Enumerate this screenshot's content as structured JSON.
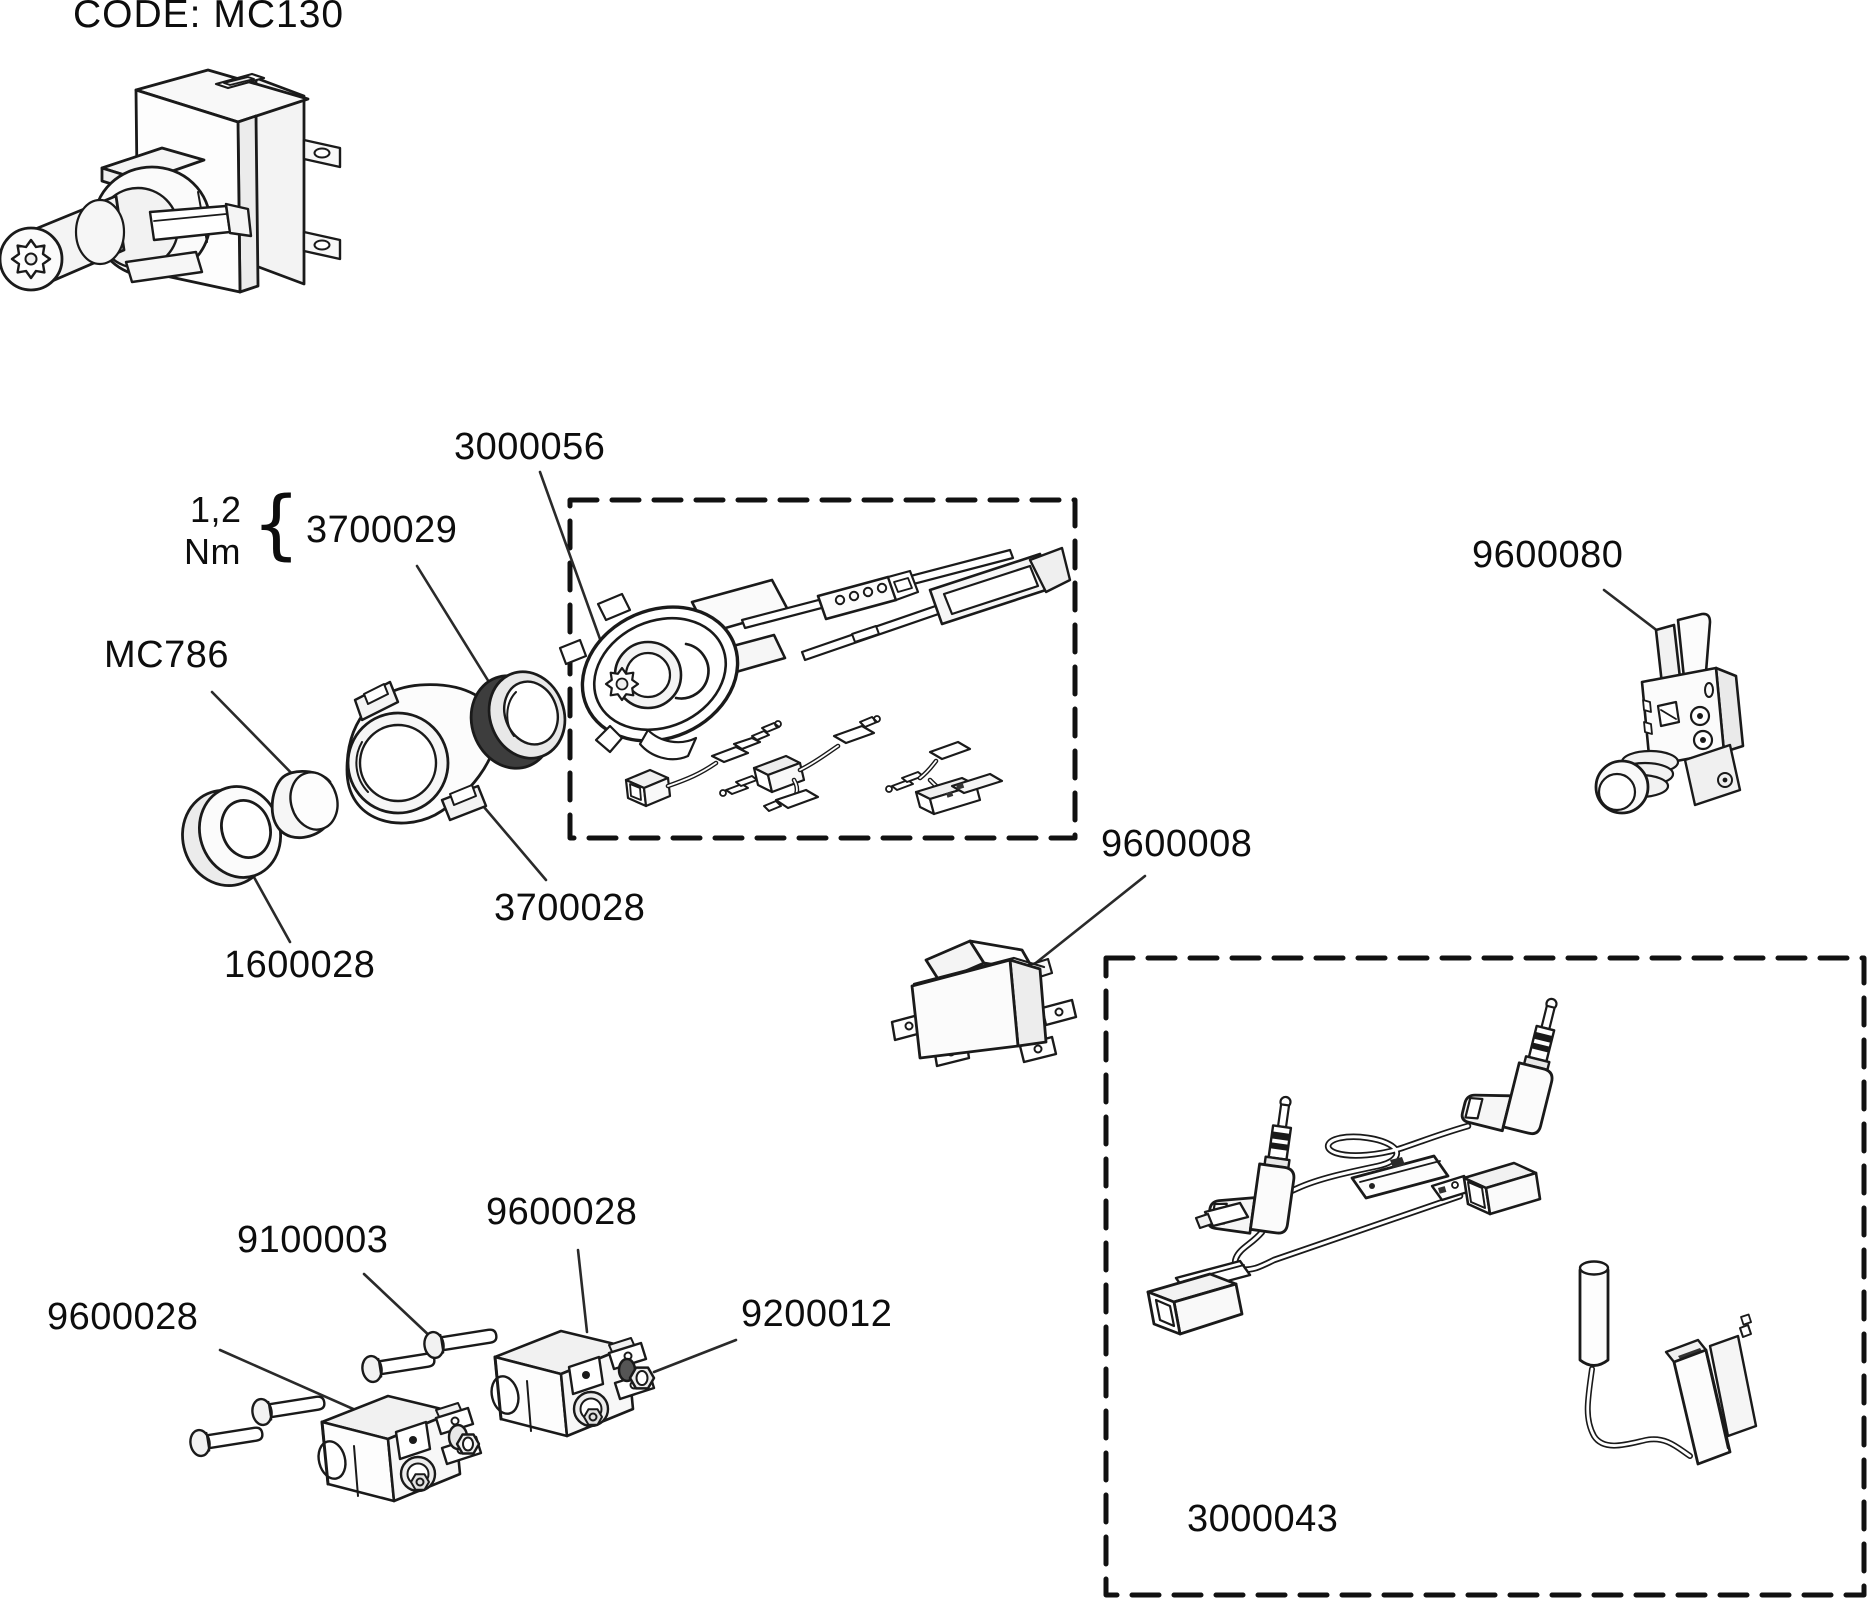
{
  "diagram": {
    "code": "CODE: MC130",
    "torque": {
      "value": "1,2",
      "unit": "Nm",
      "brace": "{"
    },
    "parts": {
      "ignition_kit": "3000056",
      "ring_nut": "3700029",
      "adapter": "MC786",
      "housing": "3700028",
      "trim_ring": "1600028",
      "lever_switch": "9600080",
      "rocker_switch": "9600008",
      "screw": "9100003",
      "micro_switch_left": "9600028",
      "micro_switch_right": "9600028",
      "nut": "9200012",
      "cable_kit": "3000043"
    },
    "colors": {
      "line": "#1a1a1a",
      "background": "#ffffff"
    }
  }
}
